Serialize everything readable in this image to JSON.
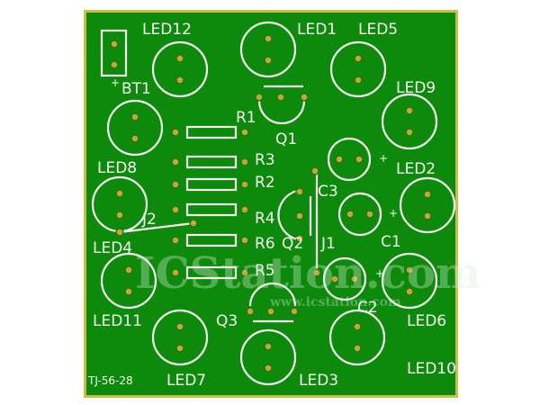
{
  "board": {
    "colors": {
      "substrate": "#0d8a0c",
      "edge": "#c9c04a",
      "silkscreen": "#f4f8f0",
      "pad": "#c8a43c"
    },
    "part_number": "TJ-56-28",
    "leds": [
      "LED12",
      "LED1",
      "LED5",
      "LED9",
      "LED2",
      "LED6",
      "LED10",
      "LED3",
      "LED7",
      "LED11",
      "LED4",
      "LED8"
    ],
    "resistors": [
      "R1",
      "R3",
      "R2",
      "R4",
      "R6",
      "R5"
    ],
    "transistors": [
      "Q1",
      "Q2",
      "Q3"
    ],
    "capacitors": [
      "C3",
      "C1",
      "C2"
    ],
    "jumpers": [
      "J1",
      "J2"
    ],
    "battery": "BT1",
    "plus": "+"
  },
  "watermark": {
    "brand": "ICStation.com",
    "url": "www.icstation.com"
  }
}
